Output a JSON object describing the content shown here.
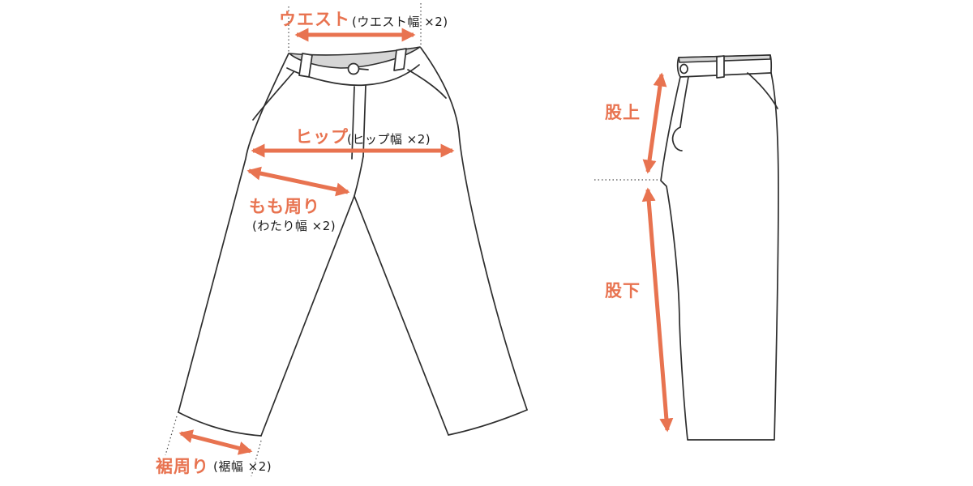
{
  "colors": {
    "accent": "#E87350",
    "outline": "#2E2E2E",
    "shade": "#D6D6D6"
  },
  "front_view": {
    "measurements": [
      {
        "id": "waist",
        "label": "ウエスト",
        "sublabel": "(ウエスト幅 ×2)"
      },
      {
        "id": "hip",
        "label": "ヒップ",
        "sublabel": "(ヒップ幅 ×2)"
      },
      {
        "id": "thigh",
        "label": "もも周り",
        "sublabel": "(わたり幅 ×2)"
      },
      {
        "id": "hem",
        "label": "裾周り",
        "sublabel": "(裾幅 ×2)"
      }
    ]
  },
  "side_view": {
    "measurements": [
      {
        "id": "rise",
        "label": "股上"
      },
      {
        "id": "inseam",
        "label": "股下"
      }
    ]
  }
}
